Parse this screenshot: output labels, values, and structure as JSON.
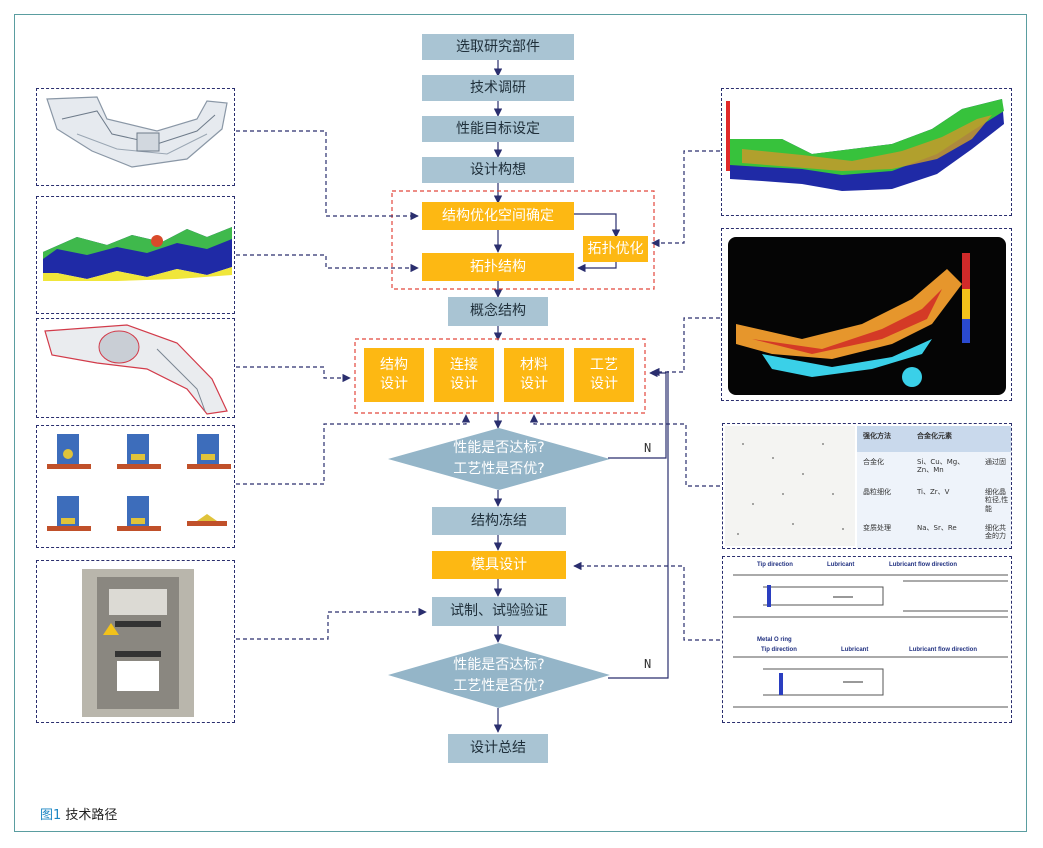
{
  "flow": {
    "s1": "选取研究部件",
    "s2": "技术调研",
    "s3": "性能目标设定",
    "s4": "设计构想",
    "s5": "结构优化空间确定",
    "s6": "拓扑结构",
    "s7": "拓扑优化",
    "s8": "概念结构",
    "d1": {
      "l1": "结构",
      "l2": "设计"
    },
    "d2": {
      "l1": "连接",
      "l2": "设计"
    },
    "d3": {
      "l1": "材料",
      "l2": "设计"
    },
    "d4": {
      "l1": "工艺",
      "l2": "设计"
    },
    "q1": {
      "l1": "性能是否达标?",
      "l2": "工艺性是否优?"
    },
    "s9": "结构冻结",
    "s10": "模具设计",
    "s11": "试制、试验验证",
    "q2": {
      "l1": "性能是否达标?",
      "l2": "工艺性是否优?"
    },
    "s12": "设计总结",
    "n1": "N",
    "n2": "N"
  },
  "table": {
    "h1": "强化方法",
    "h2": "合金化元素",
    "r1c1": "合金化",
    "r1c2": "Si、Cu、Mg、Zn、Mn",
    "r1c3": "通过固",
    "r2c1": "晶粒细化",
    "r2c2": "Ti、Zr、V",
    "r2c3": "细化晶粒径,性能",
    "r3c1": "变质处理",
    "r3c2": "Na、Sr、Re",
    "r3c3": "细化共金的力"
  },
  "die": {
    "t1": "Tip direction",
    "t2": "Lubricant",
    "t3": "Lubricant flow direction",
    "t4": "Metal O ring",
    "t5": "Tip direction",
    "t6": "Lubricant",
    "t7": "Lubricant flow direction"
  },
  "caption": {
    "num": "图1",
    "text": " 技术路径"
  }
}
